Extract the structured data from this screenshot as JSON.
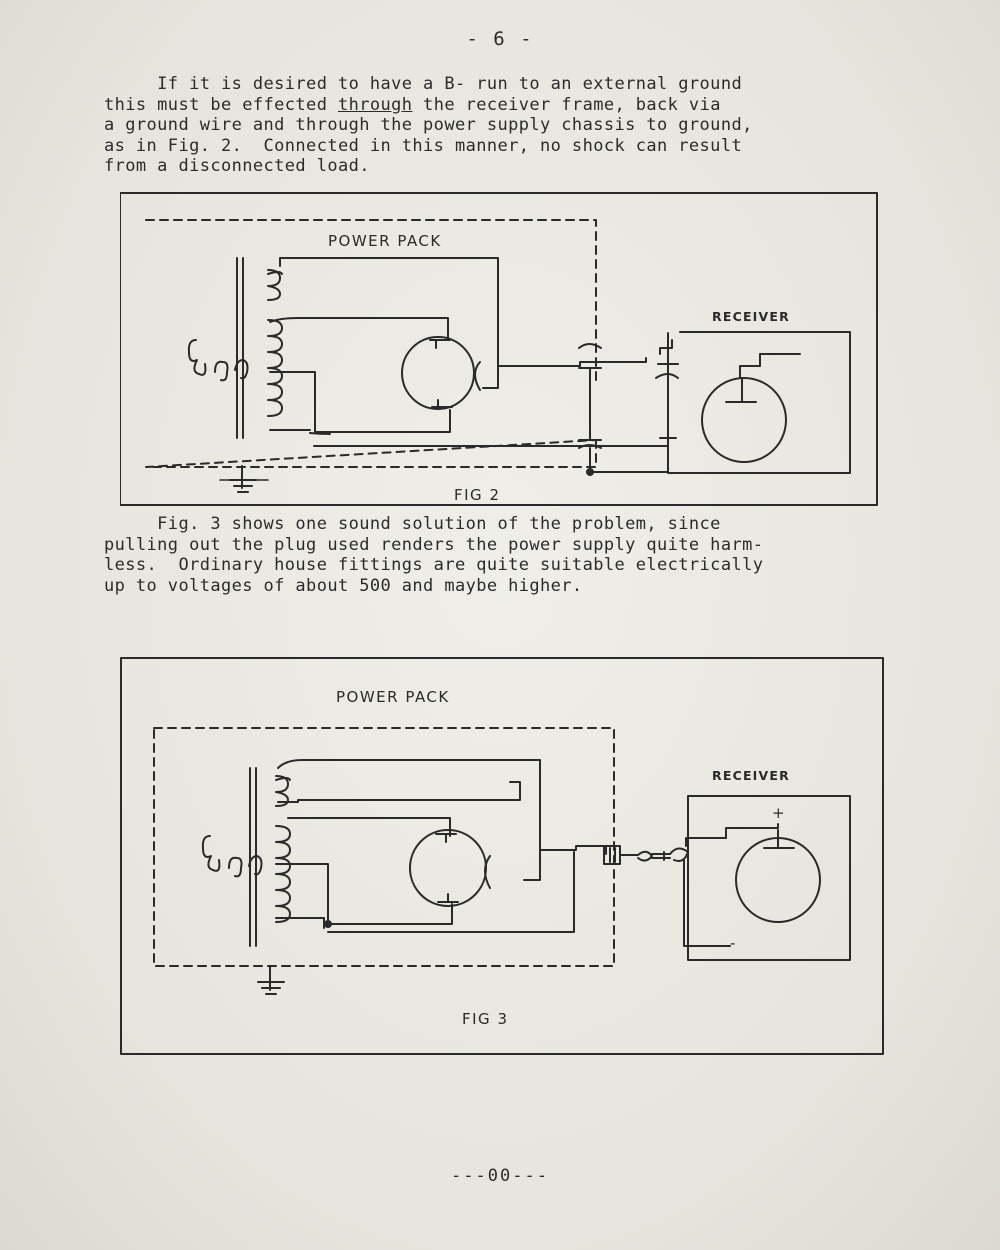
{
  "page_number": "- 6 -",
  "paragraph1": {
    "l1": "     If it is desired to have a B- run to an external ground",
    "l2a": "this must be effected ",
    "l2u": "through",
    "l2b": " the receiver frame, back via",
    "l3": "a ground wire and through the power supply chassis to ground,",
    "l4": "as in Fig. 2.  Connected in this manner, no shock can result",
    "l5": "from a disconnected load."
  },
  "fig2": {
    "power_pack_label": "POWER PACK",
    "receiver_label": "RECEIVER",
    "caption": "FIG 2"
  },
  "paragraph2": {
    "l1": "     Fig. 3 shows one sound solution of the problem, since",
    "l2": "pulling out the plug used renders the power supply quite harm-",
    "l3": "less.  Ordinary house fittings are quite suitable electrically",
    "l4": "up to voltages of about 500 and maybe higher."
  },
  "fig3": {
    "power_pack_label": "POWER PACK",
    "receiver_label": "RECEIVER",
    "plus_sign": "+",
    "minus_sign": "-",
    "caption": "FIG 3"
  },
  "end_mark": "---00---"
}
